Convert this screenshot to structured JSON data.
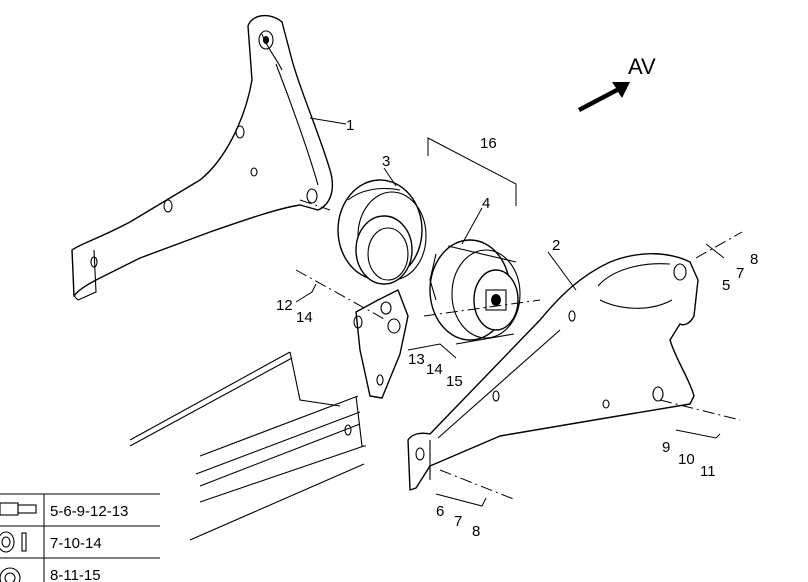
{
  "direction_label": "AV",
  "callouts": {
    "c1": "1",
    "c2": "2",
    "c3": "3",
    "c4": "4",
    "c16": "16",
    "g5": [
      "5",
      "7",
      "8"
    ],
    "g6": [
      "6",
      "7",
      "8"
    ],
    "g9": [
      "9",
      "10",
      "11"
    ],
    "g12": [
      "12",
      "14"
    ],
    "g13": [
      "13",
      "14",
      "15"
    ]
  },
  "legend": {
    "rows": [
      {
        "icon": "bolt-icon",
        "text": "5-6-9-12-13"
      },
      {
        "icon": "washer-icon",
        "text": "7-10-14"
      },
      {
        "icon": "nut-icon",
        "text": "8-11-15"
      }
    ]
  }
}
